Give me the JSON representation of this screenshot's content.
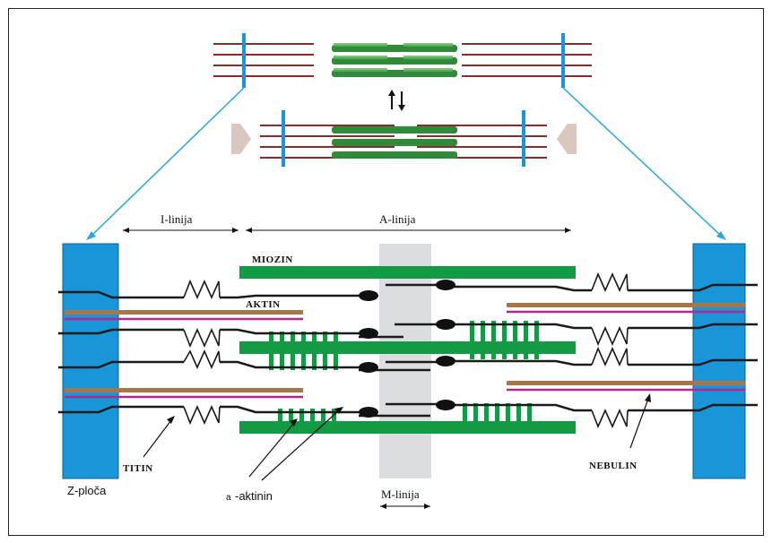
{
  "labels": {
    "i_band": "I-linija",
    "a_band": "A-linija",
    "myosin": "MIOZIN",
    "actin": "AKTIN",
    "titin": "TITIN",
    "nebulin": "NEBULIN",
    "z_disc": "Z-ploča",
    "alpha_actinin": "-aktinin",
    "alpha_prefix": "a",
    "m_line": "M-linija"
  },
  "colors": {
    "z_disc": "#1996d8",
    "myosin": "#139a45",
    "actin_brown": "#a5774a",
    "nebulin_magenta": "#b5268f",
    "m_line_band": "#dcdde0",
    "titin_line": "#1a1a1a",
    "zoom_lines": "#2aa6e0",
    "arrow_gray": "#d9c7c0"
  },
  "icons": {
    "reversible_arrow": "double-arrow-up-down-icon"
  }
}
